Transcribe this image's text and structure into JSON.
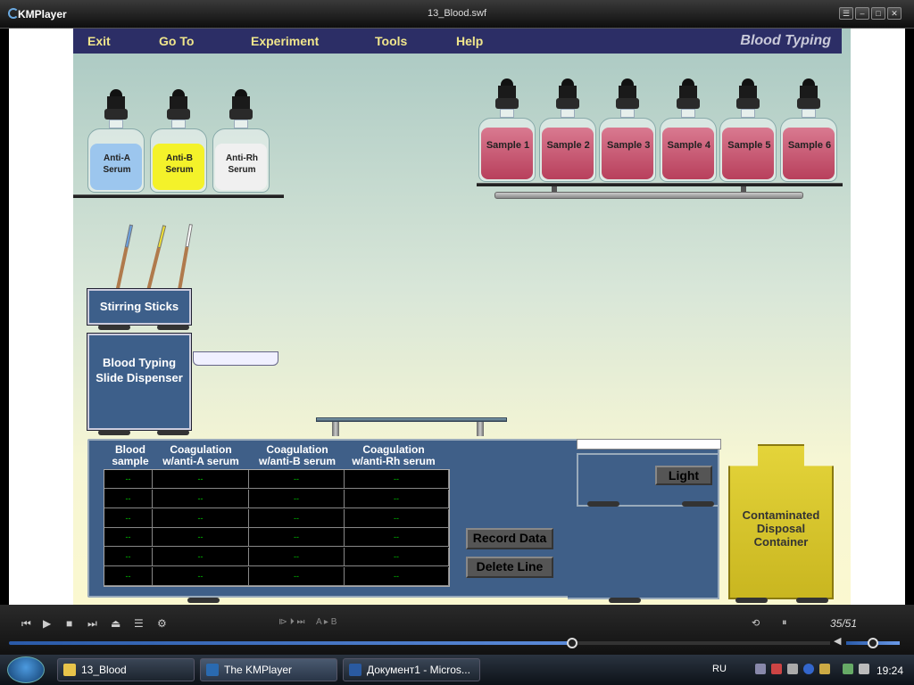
{
  "window": {
    "app_name": "KMPlayer",
    "title": "13_Blood.swf"
  },
  "menu": {
    "items": [
      "Exit",
      "Go To",
      "Experiment",
      "Tools",
      "Help"
    ],
    "subject": "Blood Typing"
  },
  "sera": [
    {
      "line1": "Anti-A",
      "line2": "Serum",
      "color": "#9cc6ee"
    },
    {
      "line1": "Anti-B",
      "line2": "Serum",
      "color": "#f4f22a"
    },
    {
      "line1": "Anti-Rh",
      "line2": "Serum",
      "color": "#f0f0f0"
    }
  ],
  "samples": [
    "Sample 1",
    "Sample 2",
    "Sample 3",
    "Sample 4",
    "Sample 5",
    "Sample 6"
  ],
  "stirring_sticks": {
    "label": "Stirring Sticks",
    "tip_colors": [
      "#6aa0e0",
      "#f0e030",
      "#ffffff"
    ]
  },
  "dispenser": {
    "label": "Blood Typing Slide Dispenser"
  },
  "table": {
    "headers": [
      "Blood sample",
      "Coagulation w/anti-A serum",
      "Coagulation w/anti-B serum",
      "Coagulation w/anti-Rh serum"
    ],
    "rows": [
      [
        "--",
        "--",
        "--",
        "--"
      ],
      [
        "--",
        "--",
        "--",
        "--"
      ],
      [
        "--",
        "--",
        "--",
        "--"
      ],
      [
        "--",
        "--",
        "--",
        "--"
      ],
      [
        "--",
        "--",
        "--",
        "--"
      ],
      [
        "--",
        "--",
        "--",
        "--"
      ]
    ]
  },
  "buttons": {
    "light": "Light",
    "record": "Record Data",
    "delete": "Delete Line"
  },
  "disposal": {
    "label": "Contaminated Disposal Container"
  },
  "player": {
    "frame_counter": "35/51",
    "playlist_hint": "A ▸ B",
    "progress": 0.64
  },
  "taskbar": {
    "tasks": [
      "13_Blood",
      "The KMPlayer",
      "Документ1 - Micros..."
    ],
    "lang": "RU",
    "clock": "19:24"
  }
}
